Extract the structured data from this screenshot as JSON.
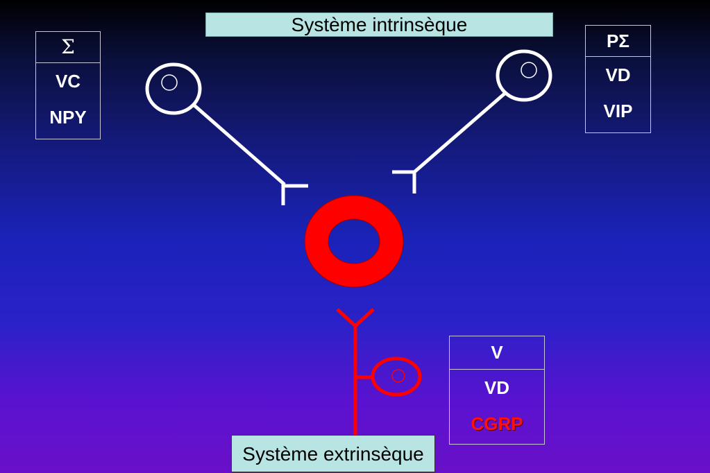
{
  "title_top": "Système intrinsèque",
  "title_bottom": "Système extrinsèque",
  "sympathetic": {
    "head": "Σ",
    "rows": [
      "VC",
      "NPY"
    ]
  },
  "parasympathetic": {
    "head": "PΣ",
    "rows": [
      "VD",
      "VIP"
    ]
  },
  "sensory": {
    "head": "V",
    "rows": [
      "VD",
      "CGRP"
    ]
  },
  "colors": {
    "neuron_white": "#ffffff",
    "sensory_red": "#ff0000",
    "vessel_red": "#ff0000",
    "label_bg": "#b8e4e4"
  }
}
